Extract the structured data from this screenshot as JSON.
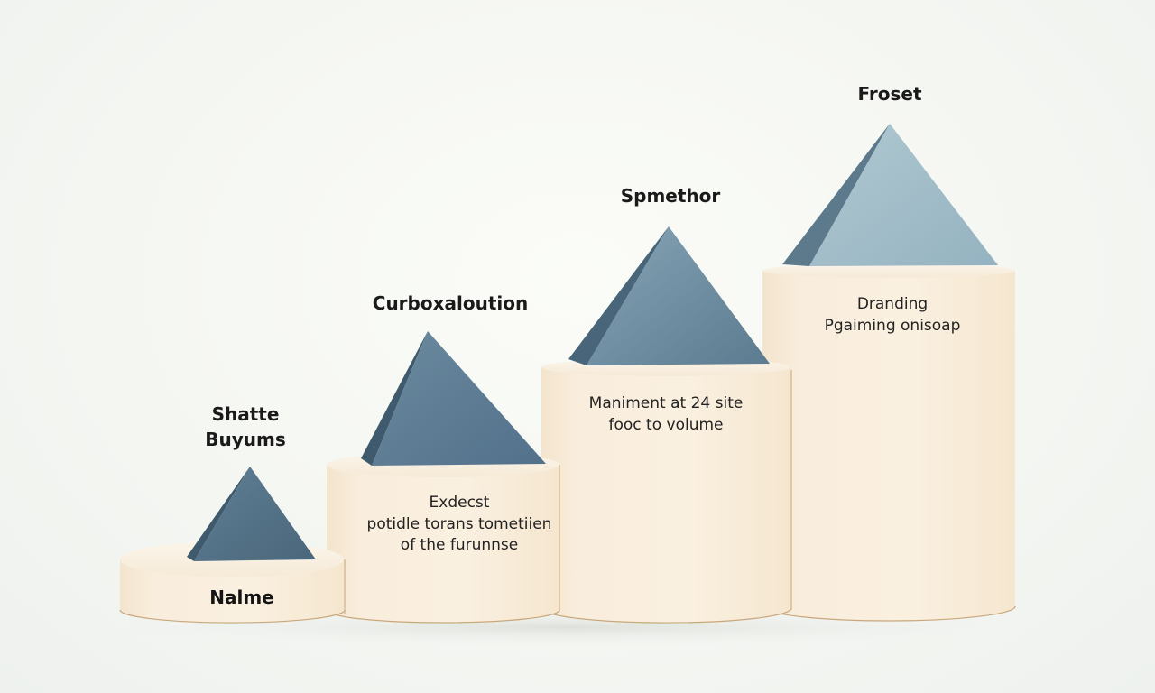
{
  "colors": {
    "background": "#f6f7f3",
    "cylinder_body": "#f8eddc",
    "cylinder_top": "#faf2e4",
    "cylinder_edge": "#c9a77c",
    "pyramid_dark": "#4f6b80",
    "pyramid_mid": "#6a879b",
    "pyramid_light": "#a5bfca"
  },
  "steps": [
    {
      "title_lines": [
        "Shatte",
        "Buyums"
      ],
      "body_lines": [],
      "base_label": "Nalme"
    },
    {
      "title_lines": [
        "Curboxaloution"
      ],
      "body_lines": [
        "Exdecst",
        "potidle torans tometiien",
        "of the furunnse"
      ]
    },
    {
      "title_lines": [
        "Spmethor"
      ],
      "body_lines": [
        "Maniment at 24 site",
        "fooc to volume"
      ]
    },
    {
      "title_lines": [
        "Froset"
      ],
      "body_lines": [
        "Dranding",
        "Pgaiming onisoap"
      ]
    }
  ]
}
